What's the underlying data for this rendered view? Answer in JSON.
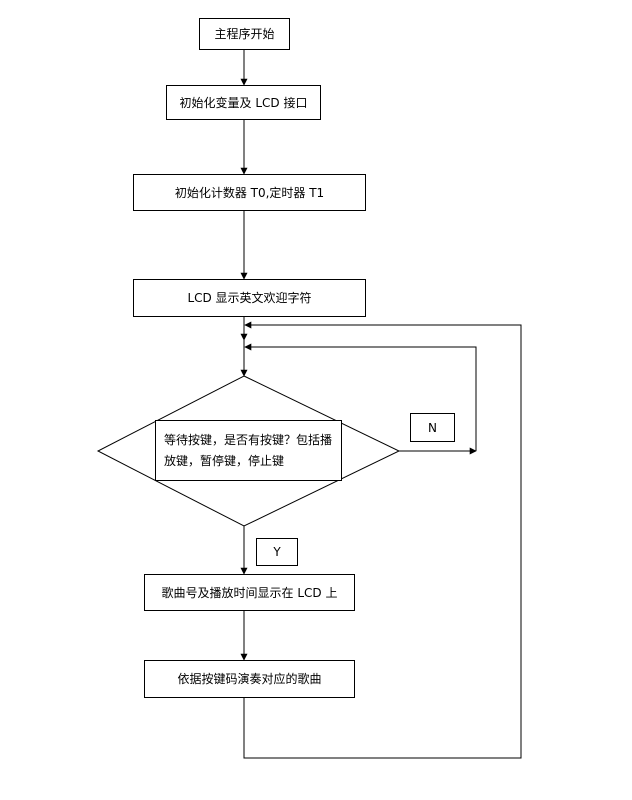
{
  "flowchart": {
    "start": "主程序开始",
    "init_vars": "初始化变量及 LCD 接口",
    "init_timer": "初始化计数器 T0,定时器 T1",
    "lcd_welcome": "LCD 显示英文欢迎字符",
    "decision": "等待按键，是否有按键？包括播放键，暂停键，停止键",
    "no_label": "N",
    "yes_label": "Y",
    "show_song": "歌曲号及播放时间显示在 LCD 上",
    "play_song": "依据按键码演奏对应的歌曲"
  }
}
